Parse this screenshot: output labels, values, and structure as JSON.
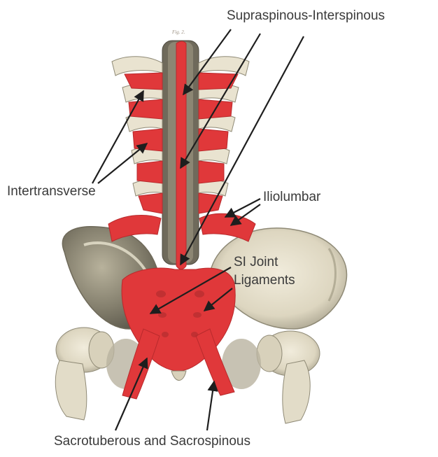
{
  "figure": {
    "caption": "Fig. 2.",
    "colors": {
      "ligament": "#e0383a",
      "bone": "#e9e3d0",
      "bone_shadow": "#8a8676",
      "leader_line": "#1e1e1e",
      "label_text": "#3a3a3a"
    }
  },
  "labels": {
    "supraspinous_interspinous": "Supraspinous-Interspinous",
    "intertransverse": "Intertransverse",
    "iliolumbar": "Iliolumbar",
    "si_joint_line1": "SI Joint",
    "si_joint_line2": "Ligaments",
    "sacrotuberous_sacrospinous": "Sacrotuberous and Sacrospinous"
  }
}
